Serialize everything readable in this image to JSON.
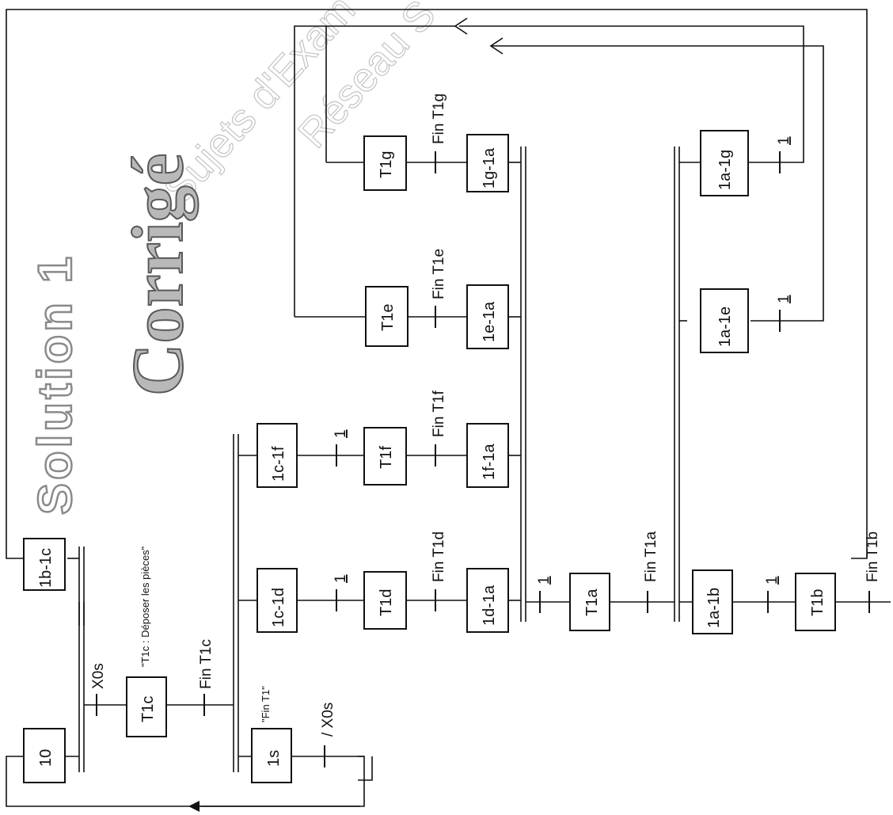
{
  "title": "Solution 1",
  "logo_text": "Corrigé",
  "watermark": [
    "Sujets d'Exam",
    "Réseau S"
  ],
  "steps": {
    "s10": "10",
    "s1b1c": "1b-1c",
    "sT1c": "T1c",
    "s1s": "1s",
    "s1c1d": "1c-1d",
    "sT1d": "T1d",
    "s1d1a": "1d-1a",
    "s1c1f": "1c-1f",
    "sT1f": "T1f",
    "s1f1a": "1f-1a",
    "sT1e": "T1e",
    "s1e1a": "1e-1a",
    "sT1g": "T1g",
    "s1g1a": "1g-1a",
    "sT1a": "T1a",
    "s1a1b": "1a-1b",
    "sT1b": "T1b",
    "s1a1e": "1a-1e",
    "s1a1g": "1a-1g"
  },
  "conditions": {
    "x0s": "X0s",
    "notx0s": "/ X0s",
    "finT1c": "Fin T1c",
    "finT1d": "Fin T1d",
    "finT1f": "Fin T1f",
    "finT1e": "Fin T1e",
    "finT1g": "Fin T1g",
    "finT1a": "Fin T1a",
    "finT1b": "Fin T1b",
    "one": "1"
  },
  "comments": {
    "t1c_action": "\"T1c : Déposer les pièces\"",
    "fin_t1": "\"Fin T1\""
  }
}
